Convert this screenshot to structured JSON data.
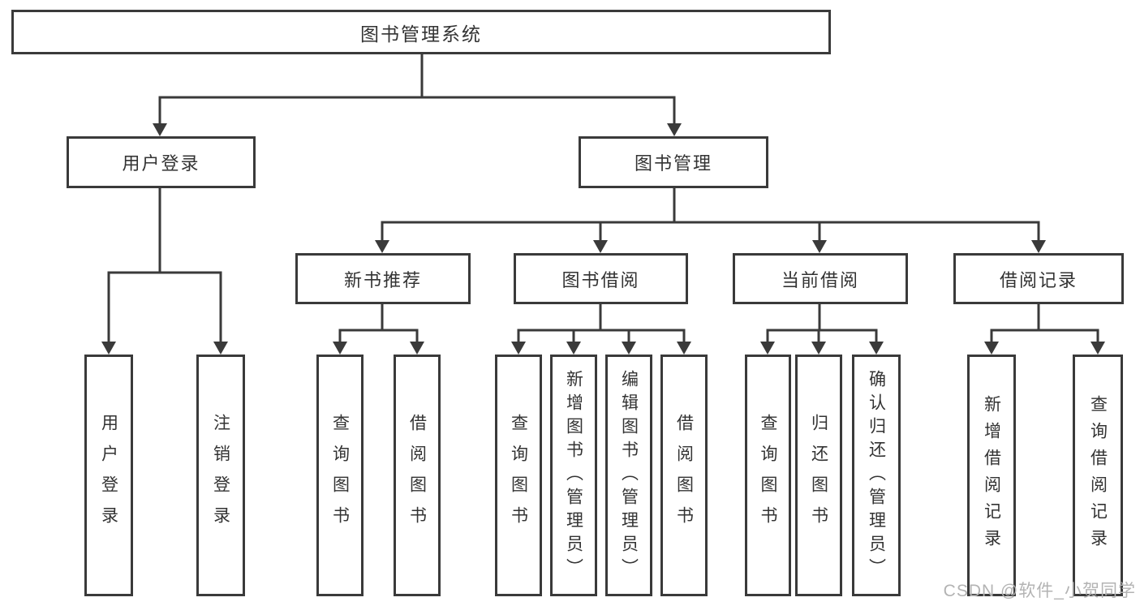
{
  "nodes": {
    "root": "图书管理系统",
    "user_login": "用户登录",
    "book_mgmt": "图书管理",
    "new_books": "新书推荐",
    "book_borrow": "图书借阅",
    "current_borrow": "当前借阅",
    "borrow_records": "借阅记录",
    "leaves": {
      "user": [
        "用户登录",
        "注销登录"
      ],
      "recommend": [
        "查询图书",
        "借阅图书"
      ],
      "borrow": [
        "查询图书",
        "新增图书（管理员）",
        "编辑图书（管理员）",
        "借阅图书"
      ],
      "current": [
        "查询图书",
        "归还图书",
        "确认归还（管理员）"
      ],
      "records": [
        "新增借阅记录",
        "查询借阅记录"
      ]
    }
  },
  "watermark": "CSDN @软件_小贺同学",
  "colors": {
    "line": "#3a3a3a",
    "text": "#333333",
    "watermark": "#b3b3b3",
    "background": "#ffffff"
  }
}
